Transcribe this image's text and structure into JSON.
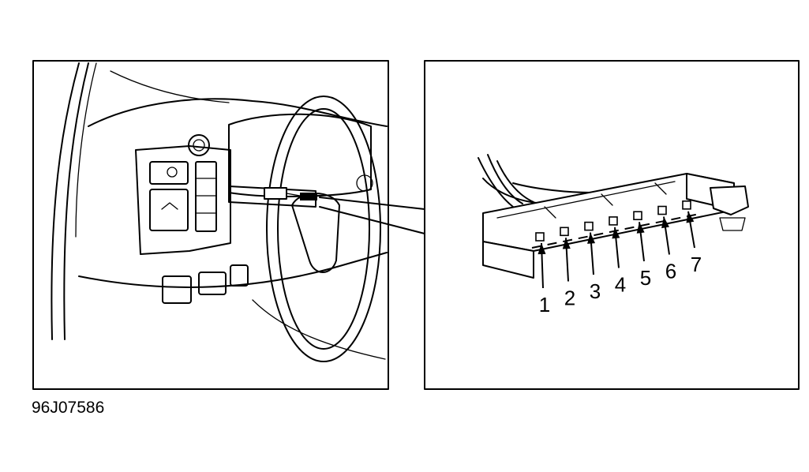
{
  "figure": {
    "figure_id": "96J07586",
    "connector": {
      "pins": [
        "1",
        "2",
        "3",
        "4",
        "5",
        "6",
        "7"
      ]
    }
  }
}
